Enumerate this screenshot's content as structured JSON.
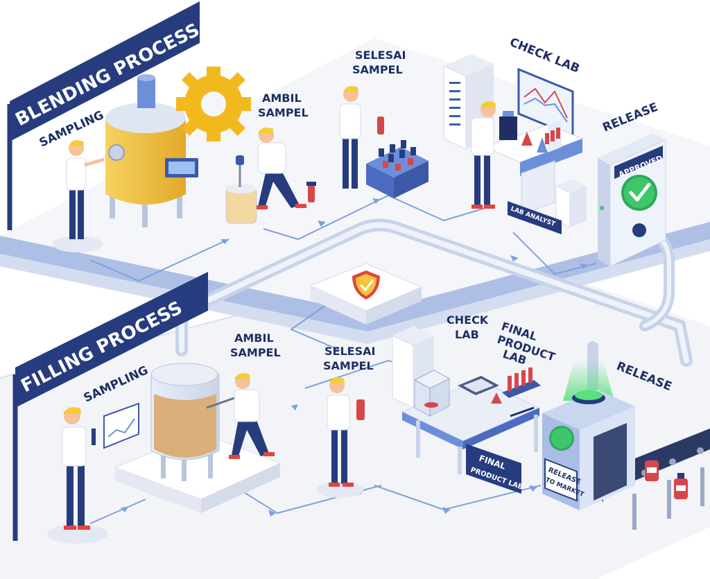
{
  "blending": {
    "banner": "BLENDING PROCESS",
    "sampling": "SAMPLING",
    "ambil": [
      "AMBIL",
      "SAMPEL"
    ],
    "selesai": [
      "SELESAI",
      "SAMPEL"
    ],
    "check_lab": "CHECK LAB",
    "lab_analyst": "LAB ANALYST",
    "release": "RELEASE",
    "approved": "APPROVED"
  },
  "filling": {
    "banner": "FILLING PROCESS",
    "sampling": "SAMPLING",
    "ambil": [
      "AMBIL",
      "SAMPEL"
    ],
    "selesai": [
      "SELESAI",
      "SAMPEL"
    ],
    "check_lab": [
      "CHECK",
      "LAB"
    ],
    "final_lab_label": [
      "FINAL",
      "PRODUCT",
      "LAB"
    ],
    "final_sign": [
      "FINAL",
      "PRODUCT LAB"
    ],
    "release": "RELEASE",
    "release_market": [
      "RELEASE",
      "TO MARKET"
    ]
  },
  "colors": {
    "navy": "#263c7e",
    "label": "#1f2f63",
    "platform": "#f2f4f8",
    "rail": "#aebfe6",
    "flow": "#7fa0dc",
    "tank_gold": "#f4c343",
    "gear": "#f2b91f",
    "approve_green": "#3dc76a",
    "vial_red": "#d6474b"
  }
}
